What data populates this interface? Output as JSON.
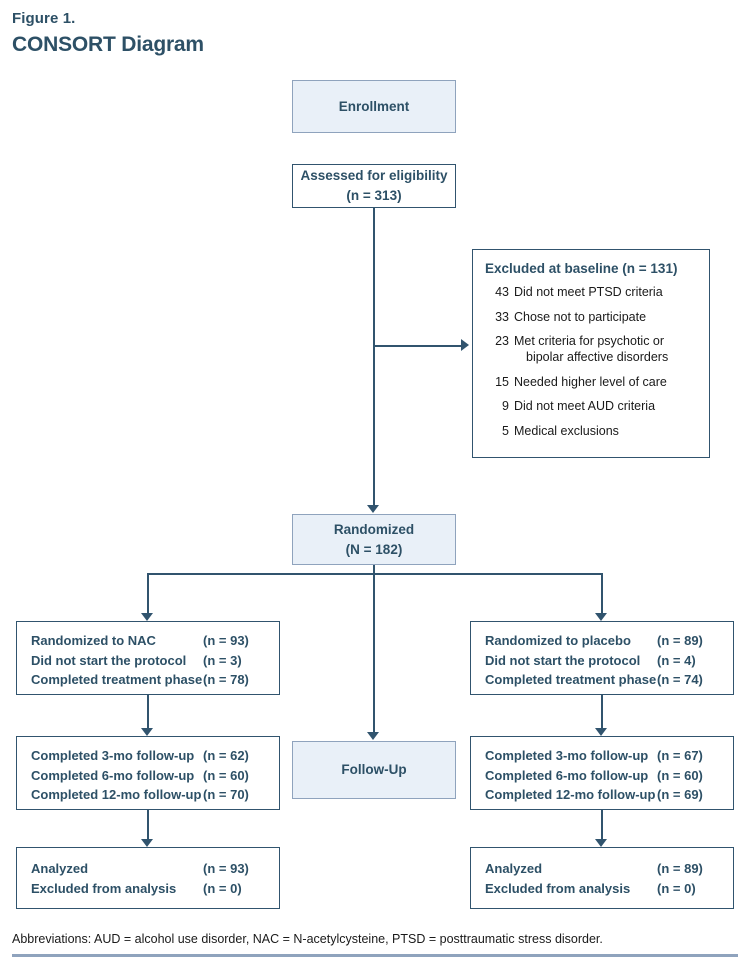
{
  "figure": {
    "label": "Figure 1.",
    "title": "CONSORT Diagram"
  },
  "stages": {
    "enrollment": "Enrollment",
    "follow_up": "Follow-Up"
  },
  "assessed": {
    "line1": "Assessed for eligibility",
    "line2": "(n = 313)"
  },
  "randomized": {
    "line1": "Randomized",
    "line2": "(N = 182)"
  },
  "excluded": {
    "heading": "Excluded at baseline (n = 131)",
    "items": [
      {
        "n": "43",
        "text": "Did not meet PTSD criteria",
        "cont": ""
      },
      {
        "n": "33",
        "text": "Chose not to participate",
        "cont": ""
      },
      {
        "n": "23",
        "text": "Met criteria for psychotic or",
        "cont": "bipolar affective disorders"
      },
      {
        "n": "15",
        "text": "Needed higher level of care",
        "cont": ""
      },
      {
        "n": "9",
        "text": "Did not meet AUD criteria",
        "cont": ""
      },
      {
        "n": "5",
        "text": "Medical exclusions",
        "cont": ""
      }
    ]
  },
  "arms": {
    "nac": {
      "allocation": [
        {
          "label": "Randomized to NAC",
          "value": "(n = 93)"
        },
        {
          "label": "Did not start the protocol",
          "value": "(n = 3)"
        },
        {
          "label": "Completed treatment phase",
          "value": "(n = 78)"
        }
      ],
      "followup": [
        {
          "label": "Completed 3-mo follow-up",
          "value": "(n = 62)"
        },
        {
          "label": "Completed 6-mo follow-up",
          "value": "(n = 60)"
        },
        {
          "label": "Completed 12-mo follow-up",
          "value": "(n = 70)"
        }
      ],
      "analysis": [
        {
          "label": "Analyzed",
          "value": "(n = 93)"
        },
        {
          "label": "Excluded from analysis",
          "value": "(n = 0)"
        }
      ]
    },
    "placebo": {
      "allocation": [
        {
          "label": "Randomized to placebo",
          "value": "(n = 89)"
        },
        {
          "label": "Did not start the protocol",
          "value": "(n = 4)"
        },
        {
          "label": "Completed treatment phase",
          "value": "(n = 74)"
        }
      ],
      "followup": [
        {
          "label": "Completed 3-mo follow-up",
          "value": "(n = 67)"
        },
        {
          "label": "Completed 6-mo follow-up",
          "value": "(n = 60)"
        },
        {
          "label": "Completed 12-mo follow-up",
          "value": "(n = 69)"
        }
      ],
      "analysis": [
        {
          "label": "Analyzed",
          "value": "(n = 89)"
        },
        {
          "label": "Excluded from analysis",
          "value": "(n = 0)"
        }
      ]
    }
  },
  "footnote": "Abbreviations: AUD = alcohol use disorder, NAC = N-acetylcysteine, PTSD = posttraumatic stress disorder.",
  "colors": {
    "text_blue": "#2d5066",
    "box_fill_blue": "#e9f0f8",
    "box_fill_white": "#fafafa",
    "border": "#8fa3bd",
    "connector": "#31546e"
  }
}
